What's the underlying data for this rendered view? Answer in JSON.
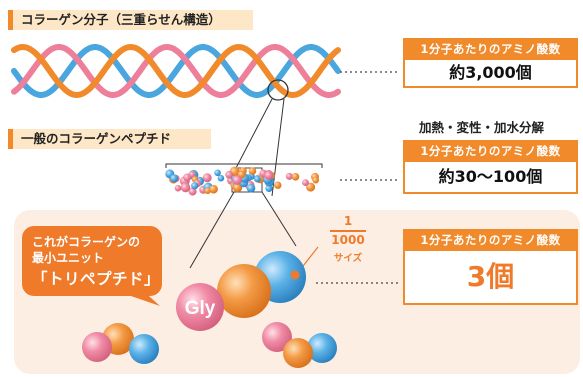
{
  "sections": {
    "collagen_molecule_title": "コラーゲン分子（三重らせん構造）",
    "general_collagen_peptide_title": "一般のコラーゲンペプチド",
    "process_note": "加熱・変性・加水分解"
  },
  "info_boxes": [
    {
      "header": "1分子あたりのアミノ酸数",
      "value": "約3,000個"
    },
    {
      "header": "1分子あたりのアミノ酸数",
      "value": "約30〜100個"
    },
    {
      "header": "1分子あたりのアミノ酸数",
      "value": "3個"
    }
  ],
  "callout": {
    "line1": "これがコラーゲンの",
    "line2": "最小ユニット",
    "line3": "「トリペプチド」"
  },
  "size_label": {
    "numerator": "1",
    "denominator": "1000",
    "unit": "サイズ"
  },
  "molecule_label": "Gly",
  "colors": {
    "orange": "#f08a2b",
    "blue": "#4aa6de",
    "pink": "#ee7f9a",
    "title_band_bg": "#fde7c6",
    "panel_bg": "#fdeee4"
  }
}
